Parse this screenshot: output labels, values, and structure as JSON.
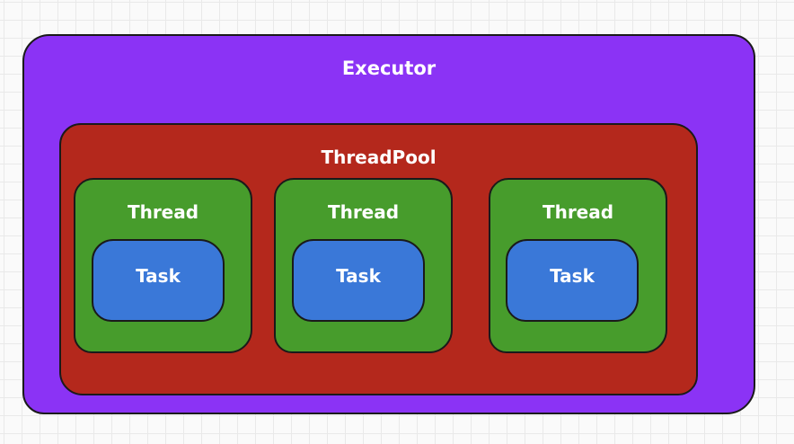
{
  "diagram": {
    "executor": {
      "label": "Executor",
      "fill": "#8b33f5"
    },
    "threadpool": {
      "label": "ThreadPool",
      "fill": "#b4281c"
    },
    "threads": [
      {
        "label": "Thread",
        "task_label": "Task"
      },
      {
        "label": "Thread",
        "task_label": "Task"
      },
      {
        "label": "Thread",
        "task_label": "Task"
      }
    ],
    "colors": {
      "thread_fill": "#479c2c",
      "task_fill": "#3a78d8",
      "outline": "#1a1a1a",
      "text": "#ffffff"
    }
  }
}
